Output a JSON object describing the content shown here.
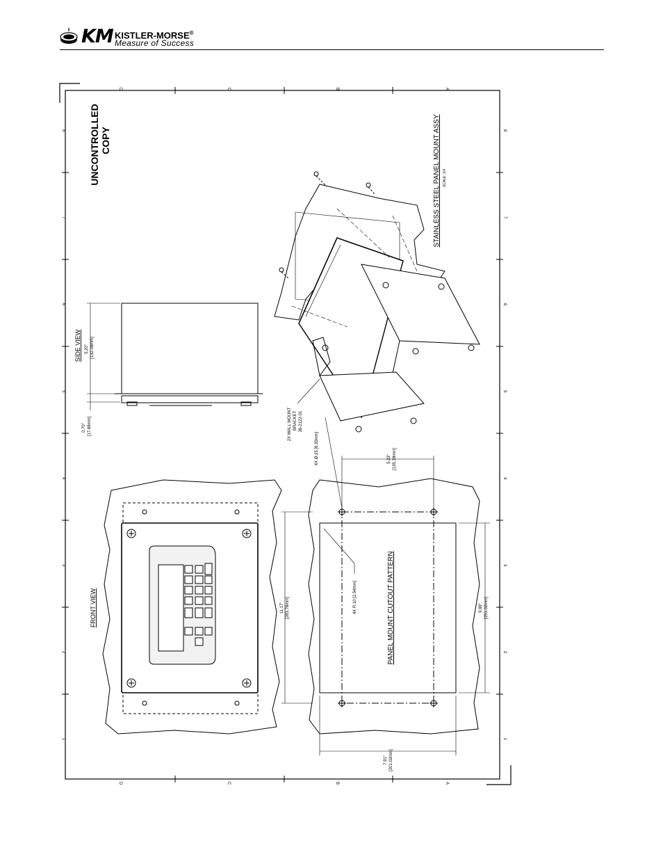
{
  "header": {
    "logo_mark": "KM",
    "brand": "KISTLER-MORSE",
    "registered": "®",
    "tagline": "Measure of Success"
  },
  "drawing": {
    "stamp_line1": "UNCONTROLLED",
    "stamp_line2": "COPY",
    "assembly_title": "STAINLESS STEEL PANEL MOUNT ASSY",
    "assembly_scale": "SCALE: 1/4",
    "side_view_title": "SIDE VIEW",
    "side_dim_height": "5.20\"",
    "side_dim_height_mm": "[132.08mm]",
    "side_dim_flange": "0.70\"",
    "side_dim_flange_mm": "[17.68mm]",
    "front_view_title": "FRONT VIEW",
    "front_dim": "11.17\"",
    "front_dim_mm": "[283.76mm]",
    "cutout_title": "PANEL MOUNT CUTOUT PATTERN",
    "cutout_hole_callout": "4X Ø.25 [6.35mm]",
    "cutout_radius_callout": "4X R.10 [2.54mm]",
    "cutout_dim_a": "5.33\"",
    "cutout_dim_a_mm": "[135.38mm]",
    "cutout_dim_b": "9.88\"",
    "cutout_dim_b_mm": "[251.02mm]",
    "cutout_dim_c": "7.91\"",
    "cutout_dim_c_mm": "[201.02mm]",
    "bracket_callout_1": "2X WALL MOUNT",
    "bracket_callout_2": "BRACKET",
    "bracket_callout_3": "36-2122-01",
    "zone_letters": [
      "D",
      "C",
      "B",
      "A"
    ],
    "zone_numbers": [
      "8",
      "7",
      "6",
      "5",
      "4",
      "3",
      "2",
      "1"
    ]
  },
  "colors": {
    "line": "#000000",
    "panel_fill": "#f2f2f2",
    "page": "#ffffff"
  }
}
